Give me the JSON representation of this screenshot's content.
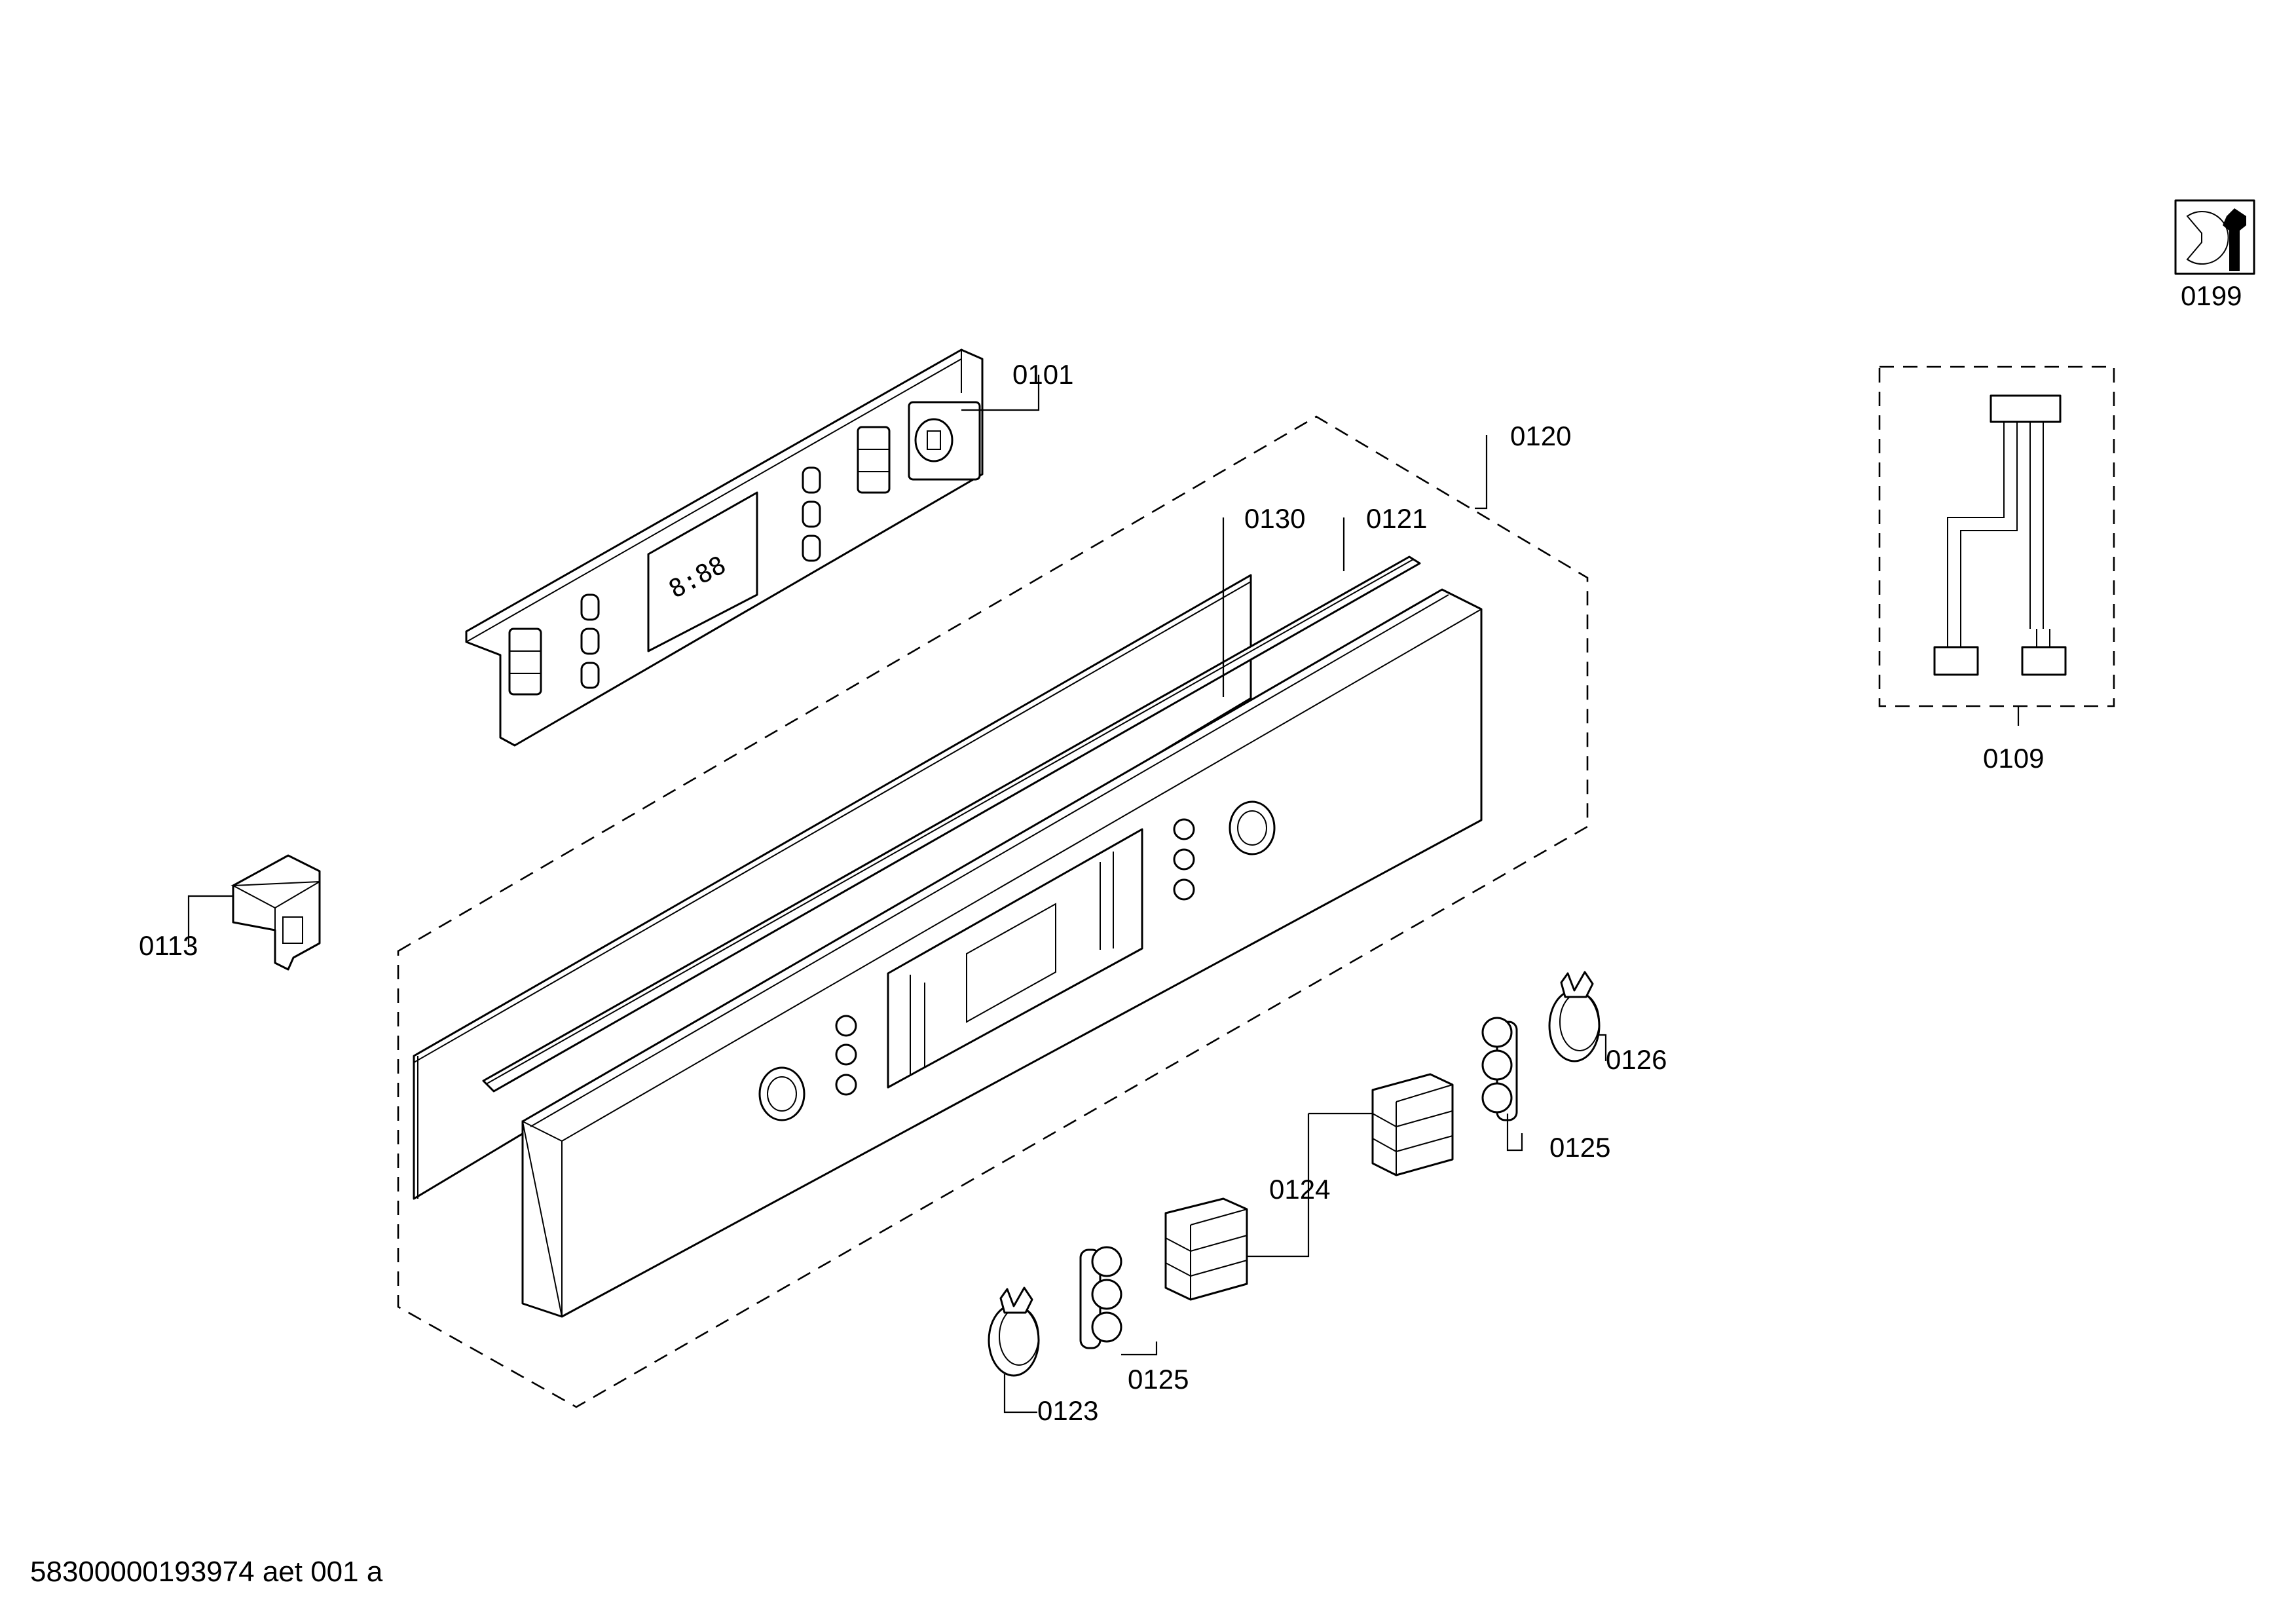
{
  "labels": {
    "p0101": "0101",
    "p0109": "0109",
    "p0113": "0113",
    "p0120": "0120",
    "p0121": "0121",
    "p0123": "0123",
    "p0124": "0124",
    "p0125a": "0125",
    "p0125b": "0125",
    "p0126": "0126",
    "p0130": "0130",
    "p0199": "0199"
  },
  "display_text": "8:88",
  "footer": "58300000193974 aet 001 a",
  "icons": {
    "service": "wrench-service-icon"
  }
}
